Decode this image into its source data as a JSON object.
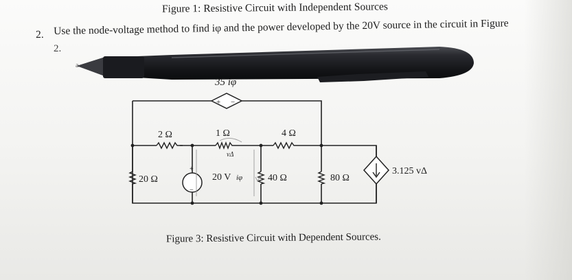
{
  "figure_1_caption": "Figure 1: Resistive Circuit with Independent Sources",
  "question": {
    "number": "2.",
    "text": "Use the node-voltage method to find iφ and the power developed by the 20V source in the circuit in Figure",
    "continuation": "2."
  },
  "figure_3_caption": "Figure 3: Resistive Circuit with Dependent Sources.",
  "circuit_labels": {
    "dependent_voltage_source": "35 iφ",
    "plus": "+",
    "minus": "−",
    "r_2ohm": "2 Ω",
    "r_1ohm": "1 Ω",
    "r_4ohm": "4 Ω",
    "r_20ohm": "20 Ω",
    "source_20v": "20 V",
    "i_phi": "iφ",
    "r_40ohm": "40 Ω",
    "r_80ohm": "80 Ω",
    "dependent_current_source": "3.125 vΔ",
    "v_delta": "vΔ"
  },
  "margin_mark": "a",
  "colors": {
    "pen_body": "#1b1c20",
    "paper": "#f4f4f2",
    "ink": "#1d1d1d"
  }
}
